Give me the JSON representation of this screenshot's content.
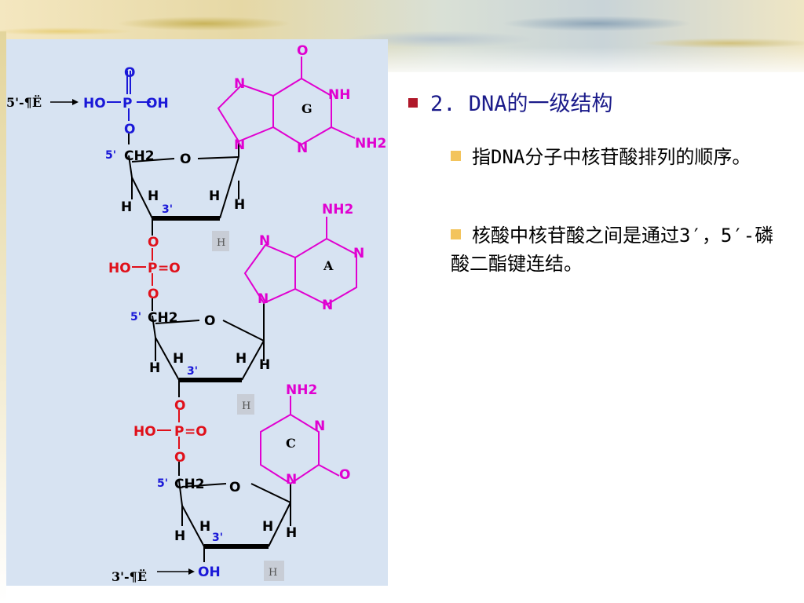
{
  "slide": {
    "heading": "2. DNA的一级结构",
    "bullets": [
      "指DNA分子中核苷酸排列的顺序。",
      "核酸中核苷酸之间是通过3′，5′-磷酸二酯键连结。"
    ]
  },
  "diagram": {
    "end_5_label": "5'-¶Ë",
    "end_3_label": "3'-¶Ë",
    "phosphate_top": {
      "o_top": "O",
      "ho_left": "HO",
      "p": "P",
      "oh_right": "OH",
      "o_bottom": "O"
    },
    "phosphate_mid": {
      "o_top": "O",
      "ho_left": "HO",
      "p": "P",
      "o_right": "=O",
      "o_bottom": "O"
    },
    "atoms": {
      "ch2": "CH2",
      "five_prime": "5'",
      "three_prime": "3'",
      "ring_o": "O",
      "h": "H",
      "oh_end": "OH",
      "n": "N",
      "nh": "NH",
      "nh2": "NH2",
      "o": "O"
    },
    "bases": [
      "G",
      "A",
      "C"
    ],
    "colors": {
      "phosphate_blue": "#1a18d8",
      "phosphate_red": "#e0101a",
      "base_magenta": "#e000d0",
      "three_prime_blue": "#1a18d8",
      "diagram_bg": "#d7e3f2"
    }
  }
}
